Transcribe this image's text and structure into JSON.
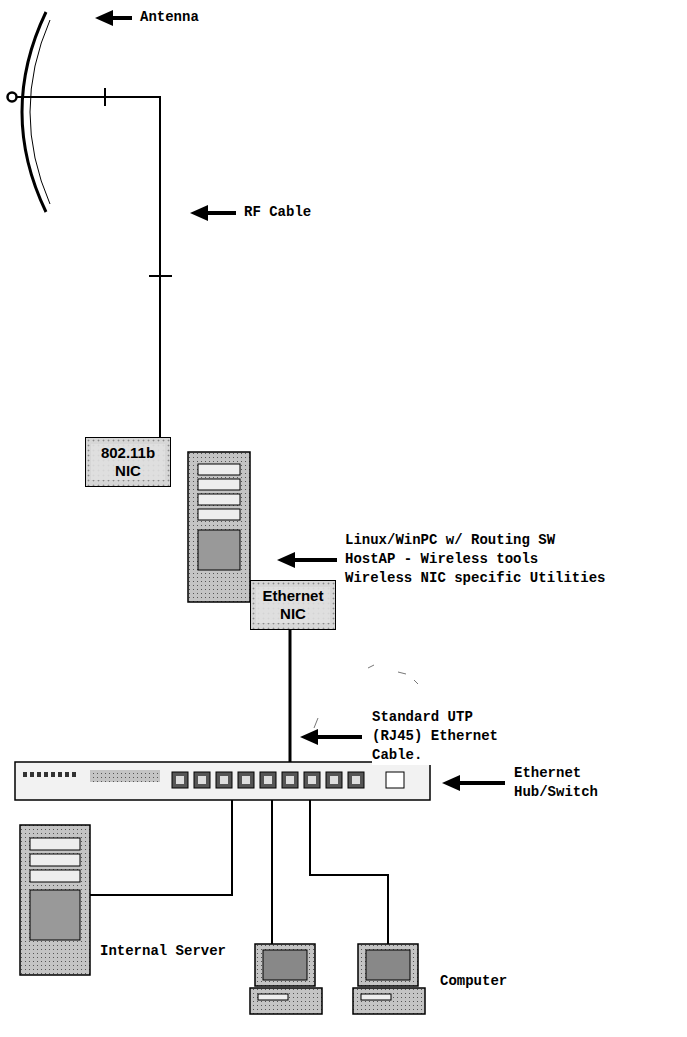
{
  "diagram": {
    "nodes": [
      {
        "text": [
          "802.11b NIC"
        ]
      },
      {
        "text": [
          "Ethernet NIC"
        ]
      }
    ],
    "labels": [
      "Antenna",
      "RF Cable",
      "Linux/WinPC w/ Routing SW HostAP - Wireless tools Wireless NIC specific Utilities",
      "Standard UTP (RJ45) Ethernet Cable.",
      "Ethernet Hub/Switch",
      "Internal Server",
      "Computer"
    ]
  }
}
